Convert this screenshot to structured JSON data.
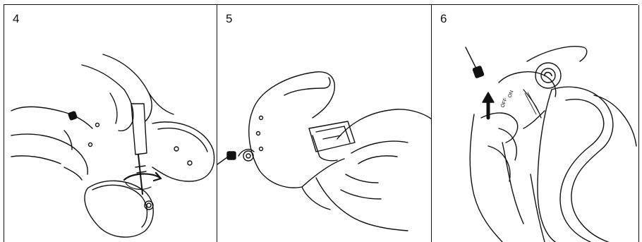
{
  "steps": [
    {
      "number": "4"
    },
    {
      "number": "5"
    },
    {
      "number": "6",
      "switch_labels": {
        "off": "OFF",
        "on": "ON"
      }
    }
  ],
  "icons": [
    "screwdriver-icon",
    "rotation-arrow-icon",
    "up-arrow-icon",
    "screw-icon"
  ]
}
